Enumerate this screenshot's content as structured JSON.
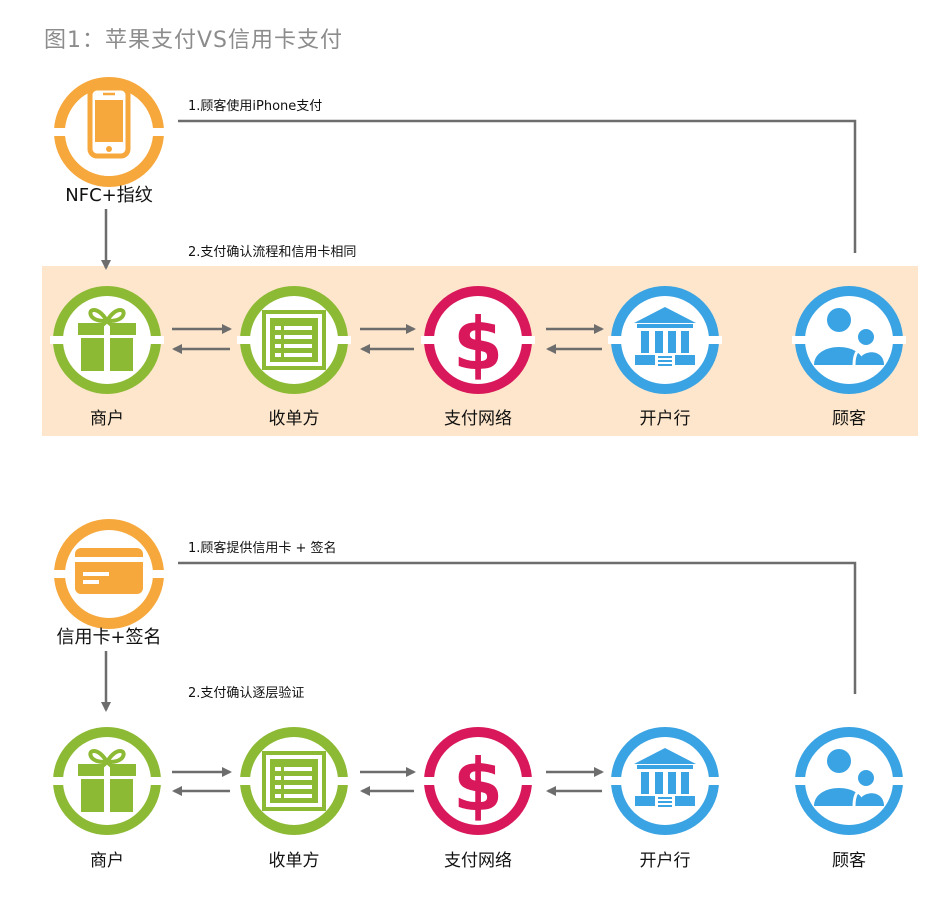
{
  "title": "图1：苹果支付VS信用卡支付",
  "colors": {
    "orange": "#f6a83c",
    "green": "#8dba34",
    "red": "#d8185a",
    "blue": "#3aa3e3",
    "band": "#fde6cb",
    "line": "#7a7a7a"
  },
  "sections": [
    {
      "method_label": "NFC+指纹",
      "method_icon": "iphone-icon",
      "step1": "1.顾客使用iPhone支付",
      "step2": "2.支付确认流程和信用卡相同",
      "nodes": [
        "商户",
        "收单方",
        "支付网络",
        "开户行",
        "顾客"
      ]
    },
    {
      "method_label": "信用卡+签名",
      "method_icon": "credit-card-icon",
      "step1": "1.顾客提供信用卡 + 签名",
      "step2": "2.支付确认逐层验证",
      "nodes": [
        "商户",
        "收单方",
        "支付网络",
        "开户行",
        "顾客"
      ]
    }
  ]
}
